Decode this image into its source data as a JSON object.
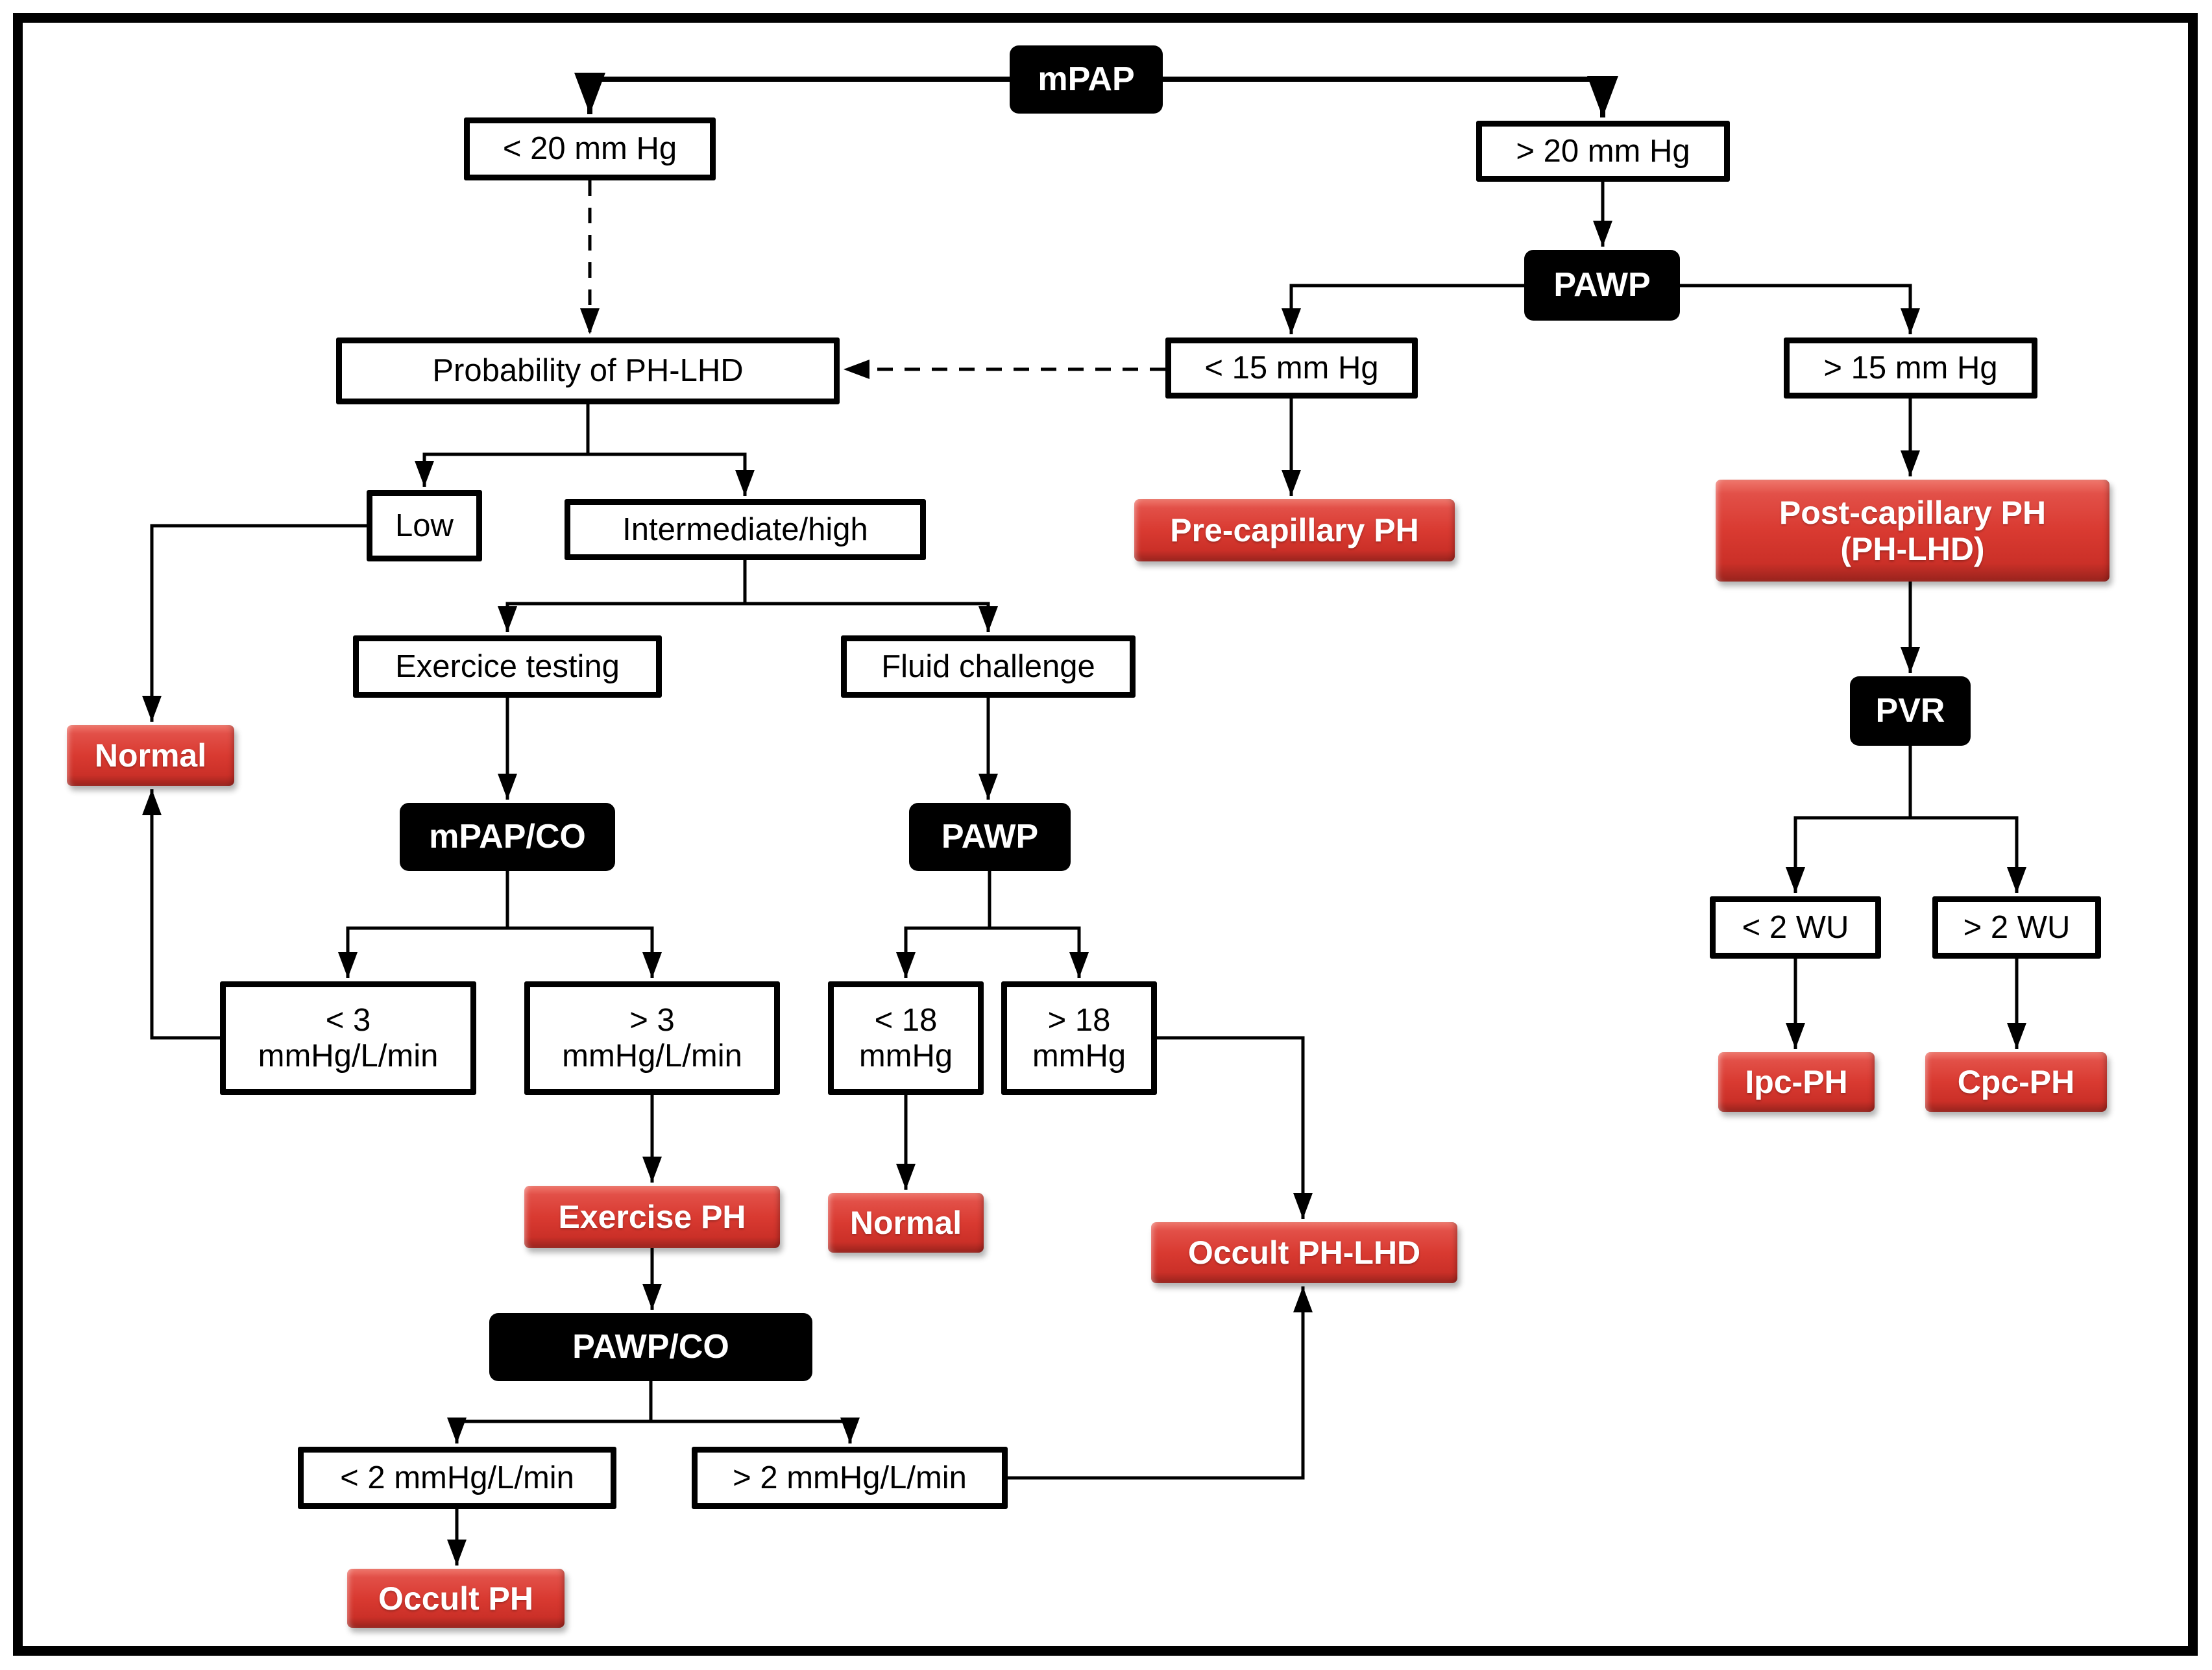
{
  "diagram": {
    "colors": {
      "outcome_red": "#d93a31",
      "decision_black": "#000000",
      "box_border": "#000000",
      "background": "#ffffff"
    },
    "nodes": {
      "mpap": {
        "label": "mPAP",
        "kind": "parameter-black"
      },
      "lt20": {
        "label": "< 20 mm Hg",
        "kind": "criterion"
      },
      "gt20": {
        "label": "> 20 mm Hg",
        "kind": "criterion"
      },
      "pawp_top": {
        "label": "PAWP",
        "kind": "parameter-black"
      },
      "lt15": {
        "label": "< 15 mm Hg",
        "kind": "criterion"
      },
      "gt15": {
        "label": "> 15 mm Hg",
        "kind": "criterion"
      },
      "precap": {
        "label": "Pre-capillary PH",
        "kind": "outcome-red"
      },
      "postcap": {
        "label": "Post-capillary PH\n(PH-LHD)",
        "kind": "outcome-red"
      },
      "pvr": {
        "label": "PVR",
        "kind": "parameter-black"
      },
      "lt2wu": {
        "label": "< 2 WU",
        "kind": "criterion"
      },
      "gt2wu": {
        "label": "> 2 WU",
        "kind": "criterion"
      },
      "ipc": {
        "label": "Ipc-PH",
        "kind": "outcome-red"
      },
      "cpc": {
        "label": "Cpc-PH",
        "kind": "outcome-red"
      },
      "prob": {
        "label": "Probability of PH-LHD",
        "kind": "criterion"
      },
      "low": {
        "label": "Low",
        "kind": "criterion"
      },
      "inter": {
        "label": "Intermediate/high",
        "kind": "criterion"
      },
      "exercise_testing": {
        "label": "Exercice testing",
        "kind": "criterion"
      },
      "fluid": {
        "label": "Fluid challenge",
        "kind": "criterion"
      },
      "normal_left": {
        "label": "Normal",
        "kind": "outcome-red"
      },
      "mpapco": {
        "label": "mPAP/CO",
        "kind": "parameter-black"
      },
      "pawp_mid": {
        "label": "PAWP",
        "kind": "parameter-black"
      },
      "lt3": {
        "label": "< 3\nmmHg/L/min",
        "kind": "criterion"
      },
      "gt3": {
        "label": "> 3\nmmHg/L/min",
        "kind": "criterion"
      },
      "lt18": {
        "label": "< 18\nmmHg",
        "kind": "criterion"
      },
      "gt18": {
        "label": "> 18\nmmHg",
        "kind": "criterion"
      },
      "exercise_ph": {
        "label": "Exercise PH",
        "kind": "outcome-red"
      },
      "normal_mid": {
        "label": "Normal",
        "kind": "outcome-red"
      },
      "occult_phlhd": {
        "label": "Occult PH-LHD",
        "kind": "outcome-red"
      },
      "pawpco": {
        "label": "PAWP/CO",
        "kind": "parameter-black"
      },
      "lt2": {
        "label": "< 2 mmHg/L/min",
        "kind": "criterion"
      },
      "gt2": {
        "label": "> 2 mmHg/L/min",
        "kind": "criterion"
      },
      "occult_ph": {
        "label": "Occult PH",
        "kind": "outcome-red"
      }
    },
    "edges": [
      {
        "from": "mPAP",
        "to": "< 20 mm Hg",
        "style": "solid"
      },
      {
        "from": "mPAP",
        "to": "> 20 mm Hg",
        "style": "solid"
      },
      {
        "from": "< 20 mm Hg",
        "to": "Probability of PH-LHD",
        "style": "dashed"
      },
      {
        "from": "> 20 mm Hg",
        "to": "PAWP",
        "style": "solid"
      },
      {
        "from": "PAWP",
        "to": "< 15 mm Hg",
        "style": "solid"
      },
      {
        "from": "PAWP",
        "to": "> 15 mm Hg",
        "style": "solid"
      },
      {
        "from": "< 15 mm Hg",
        "to": "Probability of PH-LHD",
        "style": "dashed"
      },
      {
        "from": "< 15 mm Hg",
        "to": "Pre-capillary PH",
        "style": "solid"
      },
      {
        "from": "> 15 mm Hg",
        "to": "Post-capillary PH (PH-LHD)",
        "style": "solid"
      },
      {
        "from": "Post-capillary PH (PH-LHD)",
        "to": "PVR",
        "style": "solid"
      },
      {
        "from": "PVR",
        "to": "< 2 WU",
        "style": "solid"
      },
      {
        "from": "PVR",
        "to": "> 2 WU",
        "style": "solid"
      },
      {
        "from": "< 2 WU",
        "to": "Ipc-PH",
        "style": "solid"
      },
      {
        "from": "> 2 WU",
        "to": "Cpc-PH",
        "style": "solid"
      },
      {
        "from": "Probability of PH-LHD",
        "to": "Low",
        "style": "solid"
      },
      {
        "from": "Probability of PH-LHD",
        "to": "Intermediate/high",
        "style": "solid"
      },
      {
        "from": "Low",
        "to": "Normal",
        "style": "solid"
      },
      {
        "from": "Intermediate/high",
        "to": "Exercice testing",
        "style": "solid"
      },
      {
        "from": "Intermediate/high",
        "to": "Fluid challenge",
        "style": "solid"
      },
      {
        "from": "Exercice testing",
        "to": "mPAP/CO",
        "style": "solid"
      },
      {
        "from": "mPAP/CO",
        "to": "< 3 mmHg/L/min",
        "style": "solid"
      },
      {
        "from": "mPAP/CO",
        "to": "> 3 mmHg/L/min",
        "style": "solid"
      },
      {
        "from": "< 3 mmHg/L/min",
        "to": "Normal",
        "style": "solid"
      },
      {
        "from": "> 3 mmHg/L/min",
        "to": "Exercise PH",
        "style": "solid"
      },
      {
        "from": "Exercise PH",
        "to": "PAWP/CO",
        "style": "solid"
      },
      {
        "from": "PAWP/CO",
        "to": "< 2 mmHg/L/min",
        "style": "solid"
      },
      {
        "from": "PAWP/CO",
        "to": "> 2 mmHg/L/min",
        "style": "solid"
      },
      {
        "from": "< 2 mmHg/L/min",
        "to": "Occult PH",
        "style": "solid"
      },
      {
        "from": "> 2 mmHg/L/min",
        "to": "Occult PH-LHD",
        "style": "solid"
      },
      {
        "from": "Fluid challenge",
        "to": "PAWP",
        "style": "solid"
      },
      {
        "from": "PAWP",
        "to": "< 18 mmHg",
        "style": "solid"
      },
      {
        "from": "PAWP",
        "to": "> 18 mmHg",
        "style": "solid"
      },
      {
        "from": "< 18 mmHg",
        "to": "Normal",
        "style": "solid"
      },
      {
        "from": "> 18 mmHg",
        "to": "Occult PH-LHD",
        "style": "solid"
      }
    ]
  }
}
